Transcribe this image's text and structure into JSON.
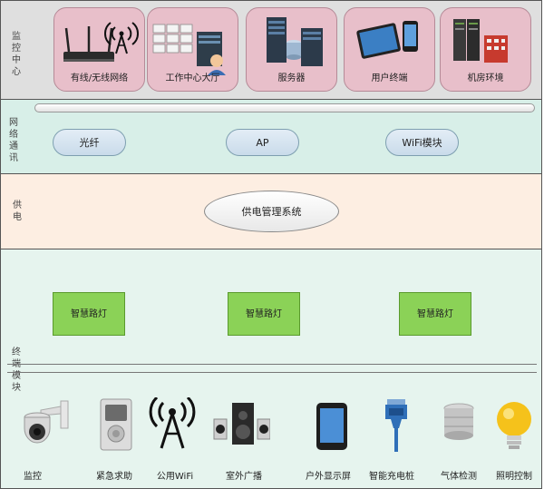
{
  "sections": {
    "monitor_center": "监控中心",
    "network": "网络通讯",
    "power": "供电",
    "terminal": "终端模块"
  },
  "monitor_items": [
    {
      "label": "有线/无线网络",
      "icon": "wireless-router-icon"
    },
    {
      "label": "工作中心大厅",
      "icon": "operator-workstation-icon"
    },
    {
      "label": "服务器",
      "icon": "server-icon"
    },
    {
      "label": "用户终端",
      "icon": "tablet-phone-icon"
    },
    {
      "label": "机房环境",
      "icon": "server-room-icon"
    }
  ],
  "network_nodes": [
    "光纤",
    "AP",
    "WiFi模块"
  ],
  "power_node": "供电管理系统",
  "street_lamps": [
    "智慧路灯",
    "智慧路灯",
    "智慧路灯"
  ],
  "devices": [
    {
      "label": "监控",
      "icon": "cctv-camera-icon"
    },
    {
      "label": "紧急求助",
      "icon": "emergency-call-box-icon"
    },
    {
      "label": "公用WiFi",
      "icon": "wifi-antenna-icon"
    },
    {
      "label": "室外广播",
      "icon": "speaker-icon"
    },
    {
      "label": "户外显示屏",
      "icon": "display-screen-icon"
    },
    {
      "label": "智能充电桩",
      "icon": "charging-plug-icon"
    },
    {
      "label": "气体检测",
      "icon": "gas-sensor-icon"
    },
    {
      "label": "照明控制",
      "icon": "light-bulb-icon"
    }
  ],
  "colors": {
    "monitor_bg": "#dfdfdf",
    "network_bg": "#d8efe8",
    "power_bg": "#fdeee2",
    "terminal_bg": "#e6f4ee",
    "card_pink": "#e8bfca",
    "lamp_green": "#8bd257"
  }
}
